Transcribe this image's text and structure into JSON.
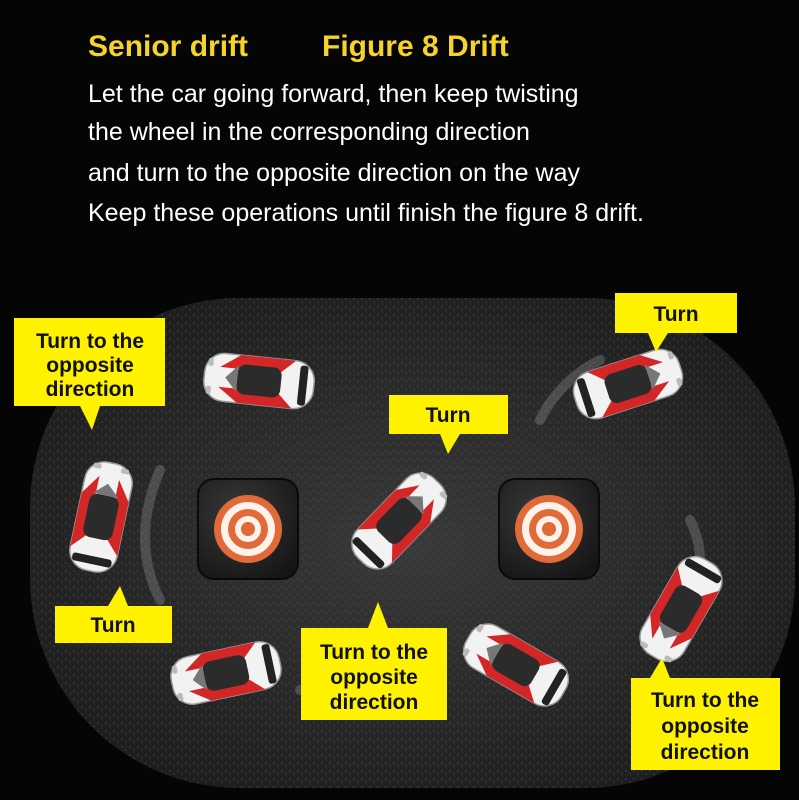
{
  "title": {
    "left": "Senior drift",
    "right": "Figure 8 Drift"
  },
  "description": [
    "Let the car going forward, then keep twisting",
    "the wheel in the corresponding direction",
    "and turn to the opposite direction on the way",
    "Keep these operations until finish the figure 8 drift."
  ],
  "callouts": {
    "top_left": [
      "Turn to the",
      "opposite",
      "direction"
    ],
    "top_right": [
      "Turn"
    ],
    "center": [
      "Turn"
    ],
    "left": [
      "Turn"
    ],
    "bottom_center": [
      "Turn to the",
      "opposite",
      "direction"
    ],
    "bottom_right": [
      "Turn to the",
      "opposite",
      "direction"
    ]
  },
  "colors": {
    "accent": "#f5d328",
    "callout": "#fff200",
    "pylon": "#e06a3a",
    "track": "#2a2a2a"
  },
  "icons": [
    "car-icon",
    "pylon-target-icon"
  ]
}
